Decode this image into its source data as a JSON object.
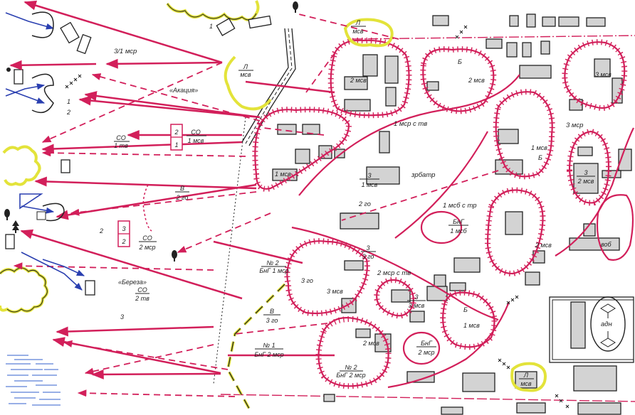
{
  "map": {
    "colors": {
      "enemy_red": "#d21f5a",
      "friendly_blue": "#2a3fb0",
      "building_gray": "#d3d3d3",
      "highlight_yellow": "#e3e33a"
    },
    "labels": {
      "plt_3_1": "3/1 мср",
      "akatsiya": "«Акация»",
      "bereza": "«Береза»",
      "num_1": "1",
      "num_2": "2",
      "num_1b": "1",
      "num_2b": "2",
      "num_3": "3",
      "zrbatr": "зрбатр",
      "msb_1": "1 мсб с тр",
      "msr_1": "1 мср с тв",
      "msr_2": "2 мср с тв",
      "msr_3": "3 мср",
      "msv_1_left": "1 мсв",
      "msv_2_top": "2 мсв",
      "msv_2_b": "2 мсв",
      "msv_3_top": "3 мсв",
      "msv_3_mid": "3 мсв",
      "msv_1_right": "1 мсв",
      "msv_1_low": "1 мсв",
      "msv_2_low": "2 мсв",
      "msv_2_right": "2 мсв",
      "b_1": "Б",
      "b_2": "Б",
      "b_3": "Б",
      "go_2": "2 го",
      "go_3": "3 го",
      "adn": "адн",
      "vob": "воб"
    },
    "fractions": {
      "l_msv_left": {
        "top": "Л",
        "bottom": "мсв"
      },
      "l_msv_top": {
        "top": "Л",
        "bottom": "мсв"
      },
      "l_msv_bottom": {
        "top": "Л",
        "bottom": "мсв"
      },
      "so_1_msv": {
        "top": "СО",
        "bottom": "1 мсв"
      },
      "so_1_tv": {
        "top": "СО",
        "bottom": "1 тв"
      },
      "so_2_msr": {
        "top": "СО",
        "bottom": "2 мср"
      },
      "so_2_tv": {
        "top": "СО",
        "bottom": "2 тв"
      },
      "v_2_go": {
        "top": "В",
        "bottom": "2 го"
      },
      "v_3_go": {
        "top": "В",
        "bottom": "3 го"
      },
      "z_1_msv": {
        "top": "3",
        "bottom": "1 мсв"
      },
      "z_2_msv": {
        "top": "3",
        "bottom": "2 мсв"
      },
      "z_3_go": {
        "top": "3",
        "bottom": "3 го"
      },
      "z_3_msv": {
        "top": "3",
        "bottom": "3 мсв"
      },
      "bng_1_msb": {
        "top": "БнГ",
        "bottom": "1 мсб"
      },
      "bng_2_msr": {
        "top": "БнГ",
        "bottom": "2 мср"
      },
      "no2_bng_1_msr": {
        "top": "№ 2",
        "bottom": "БнГ 1 мср"
      },
      "no1_bng_2_msr": {
        "top": "№ 1",
        "bottom": "БнГ 2 мср"
      },
      "no2_bng_2_msr": {
        "top": "№ 2",
        "bottom": "БнГ 2 мср"
      }
    },
    "position_boxes": {
      "box_a": {
        "top": "2",
        "bottom": "1"
      },
      "box_b": {
        "top": "3",
        "bottom": "2"
      }
    }
  }
}
